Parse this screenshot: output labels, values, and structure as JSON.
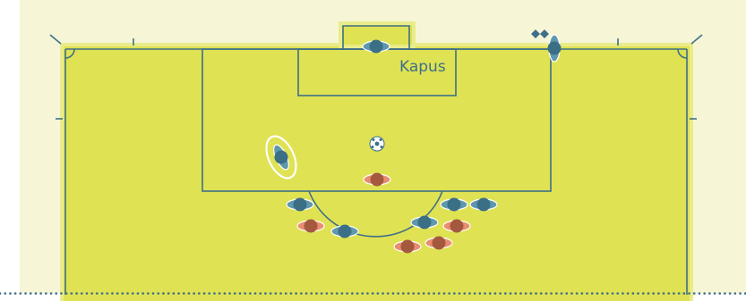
{
  "diagram": {
    "goalkeeper_label": "Kapus"
  },
  "colors": {
    "background": "#f6f6d6",
    "pitch": "#dfe252",
    "line": "#3f6f8a",
    "dots": "#3f6f8a",
    "team_blue": "#5f98ad",
    "team_blue_head": "#3b6f86",
    "team_red": "#e88d6f",
    "team_red_head": "#a4593f",
    "highlight_ring": "#ffffff",
    "ball": "#ffffff"
  },
  "players": [
    {
      "team": "blue",
      "role": "goalkeeper"
    },
    {
      "team": "blue",
      "role": "corner-taker"
    },
    {
      "team": "blue",
      "role": "highlighted-player"
    },
    {
      "team": "red",
      "role": "player"
    },
    {
      "team": "blue",
      "role": "player"
    },
    {
      "team": "red",
      "role": "player"
    },
    {
      "team": "blue",
      "role": "player"
    },
    {
      "team": "blue",
      "role": "player"
    },
    {
      "team": "blue",
      "role": "player"
    },
    {
      "team": "red",
      "role": "player"
    },
    {
      "team": "blue",
      "role": "player"
    },
    {
      "team": "red",
      "role": "player"
    },
    {
      "team": "red",
      "role": "player"
    }
  ]
}
